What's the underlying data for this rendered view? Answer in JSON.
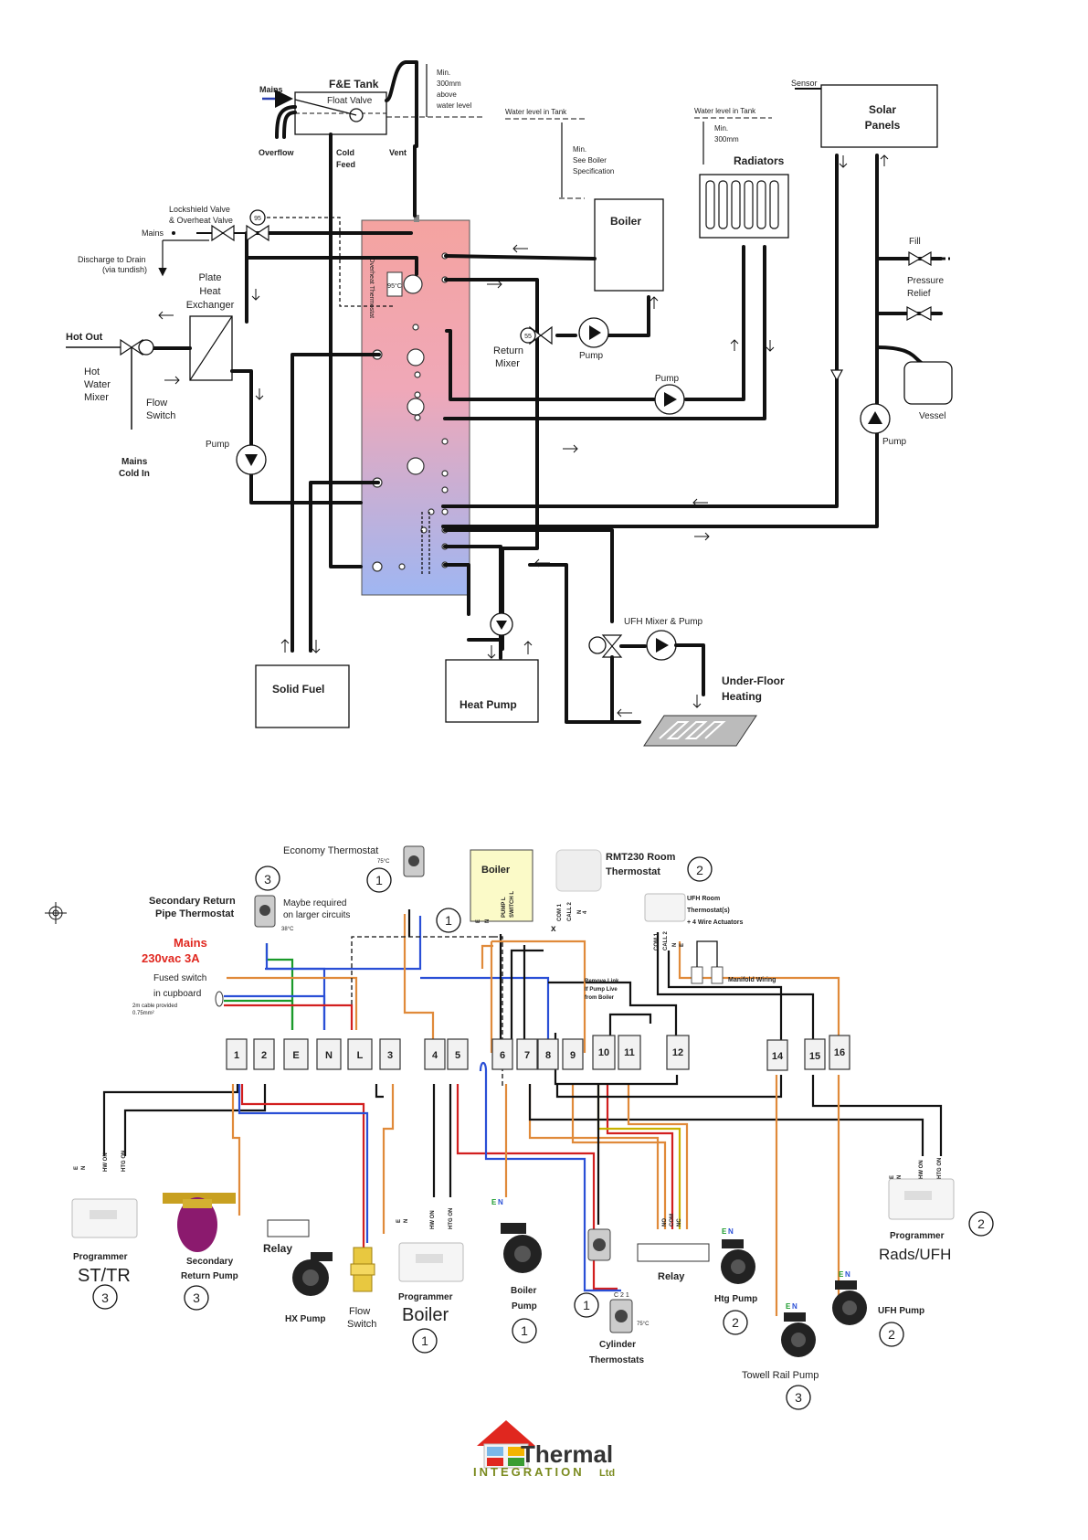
{
  "plumbing": {
    "fe_tank": "F&E Tank",
    "mains_top": "Mains",
    "float_valve": "Float Valve",
    "overflow": "Overflow",
    "cold_feed": [
      "Cold",
      "Feed"
    ],
    "vent": "Vent",
    "min300_above": [
      "Min.",
      "300mm",
      "above",
      "water level"
    ],
    "water_level_tank_1": "Water level in Tank",
    "water_level_tank_2": "Water level in Tank",
    "min_boiler_spec": [
      "Min.",
      "See Boiler",
      "Specification"
    ],
    "min300": [
      "Min.",
      "300mm"
    ],
    "boiler": "Boiler",
    "radiators": "Radiators",
    "sensor": "Sensor",
    "solar_panels": [
      "Solar",
      "Panels"
    ],
    "lockshield": [
      "Lockshield Valve",
      "& Overheat Valve"
    ],
    "valve_95": "95",
    "mains_mid": "Mains",
    "discharge": [
      "Discharge to Drain",
      "(via tundish)"
    ],
    "plate_hx": [
      "Plate",
      "Heat",
      "Exchanger"
    ],
    "hot_out": "Hot Out",
    "hot_water_mixer": [
      "Hot",
      "Water",
      "Mixer"
    ],
    "flow_switch": [
      "Flow",
      "Switch"
    ],
    "mains_cold_in": [
      "Mains",
      "Cold In"
    ],
    "pump_left": "Pump",
    "return_mixer": [
      "Return",
      "Mixer"
    ],
    "valve_55": "55",
    "pump_boiler": "Pump",
    "pump_rad": "Pump",
    "fill": "Fill",
    "pressure_relief": [
      "Pressure",
      "Relief"
    ],
    "vessel": "Vessel",
    "pump_solar": "Pump",
    "ufh_mixer_pump": "UFH Mixer & Pump",
    "underfloor": [
      "Under-Floor",
      "Heating"
    ],
    "solid_fuel": "Solid Fuel",
    "heat_pump": "Heat Pump",
    "overheat_thermostat": "Overheat Thermostat",
    "temp_95c": "95°C"
  },
  "wiring": {
    "economy_thermostat": "Economy Thermostat",
    "econ_temp": "75°C",
    "boiler": "Boiler",
    "boiler_terminals": [
      "E",
      "N",
      "PUMP L",
      "SWITCH L"
    ],
    "rmt230": [
      "RMT230 Room",
      "Thermostat"
    ],
    "ufh_room_thermostat": [
      "UFH Room",
      "Thermostat(s)",
      "+ 4 Wire Actuators"
    ],
    "manifold_wiring": "Manifold Wiring",
    "remove_link": [
      "Remove Link",
      "If Pump Live",
      "from Boiler"
    ],
    "sec_return_thermostat": [
      "Secondary Return",
      "Pipe Thermostat"
    ],
    "maybe_required": [
      "Maybe required",
      "on larger circuits"
    ],
    "sec_temp": "38°C",
    "mains_230": [
      "Mains",
      "230vac 3A"
    ],
    "fused_switch": [
      "Fused switch",
      "in cupboard"
    ],
    "cable_note": [
      "2m cable provided",
      "0.75mm²"
    ],
    "rmt_terminals": [
      "COM 1",
      "CALL 2",
      "N",
      "4"
    ],
    "ufh_terminals": [
      "COM 1",
      "CALL 2",
      "N",
      "E"
    ],
    "x_mark": "x",
    "terminals": [
      "1",
      "2",
      "E",
      "N",
      "L",
      "3",
      "4",
      "5",
      "6",
      "7",
      "8",
      "9",
      "10",
      "11",
      "12",
      "14",
      "15",
      "16"
    ],
    "programmer_sttr": [
      "Programmer",
      "ST/TR"
    ],
    "programmer_boiler": [
      "Programmer",
      "Boiler"
    ],
    "programmer_rads": [
      "Programmer",
      "Rads/UFH"
    ],
    "prog_terms": [
      "E",
      "N",
      "HW ON",
      "HTG ON"
    ],
    "secondary_return_pump": [
      "Secondary",
      "Return Pump"
    ],
    "relay_left": "Relay",
    "relay_right": "Relay",
    "relay_terms": [
      "NO",
      "COM",
      "NC"
    ],
    "hx_pump": "HX Pump",
    "flow_switch": [
      "Flow",
      "Switch"
    ],
    "boiler_pump": [
      "Boiler",
      "Pump"
    ],
    "cylinder_thermostats": [
      "Cylinder",
      "Thermostats"
    ],
    "cyl_temp": "75°C",
    "cyl_terms": "C 2 1",
    "htg_pump": "Htg Pump",
    "ufh_pump": "UFH Pump",
    "towel_rail_pump": "Towell Rail Pump",
    "pump_terms": [
      "E",
      "N"
    ],
    "circled": {
      "econ": "1",
      "sec_thermo": "3",
      "boiler": "1",
      "rmt": "2",
      "sttr": "3",
      "sec_pump": "3",
      "prog_boiler": "1",
      "boiler_pump": "1",
      "cyl": "1",
      "htg": "2",
      "rads": "2",
      "ufh": "2",
      "towel": "3"
    }
  },
  "logo": {
    "line1": "Thermal",
    "line2": "INTEGRATION",
    "suffix": "Ltd"
  },
  "colors": {
    "cylinder_top": "#f4a3a0",
    "cylinder_bottom": "#9fb6f2",
    "brand_red": "#e0271f",
    "brand_green": "#3a9d32",
    "brand_olive": "#7a8a1e"
  }
}
